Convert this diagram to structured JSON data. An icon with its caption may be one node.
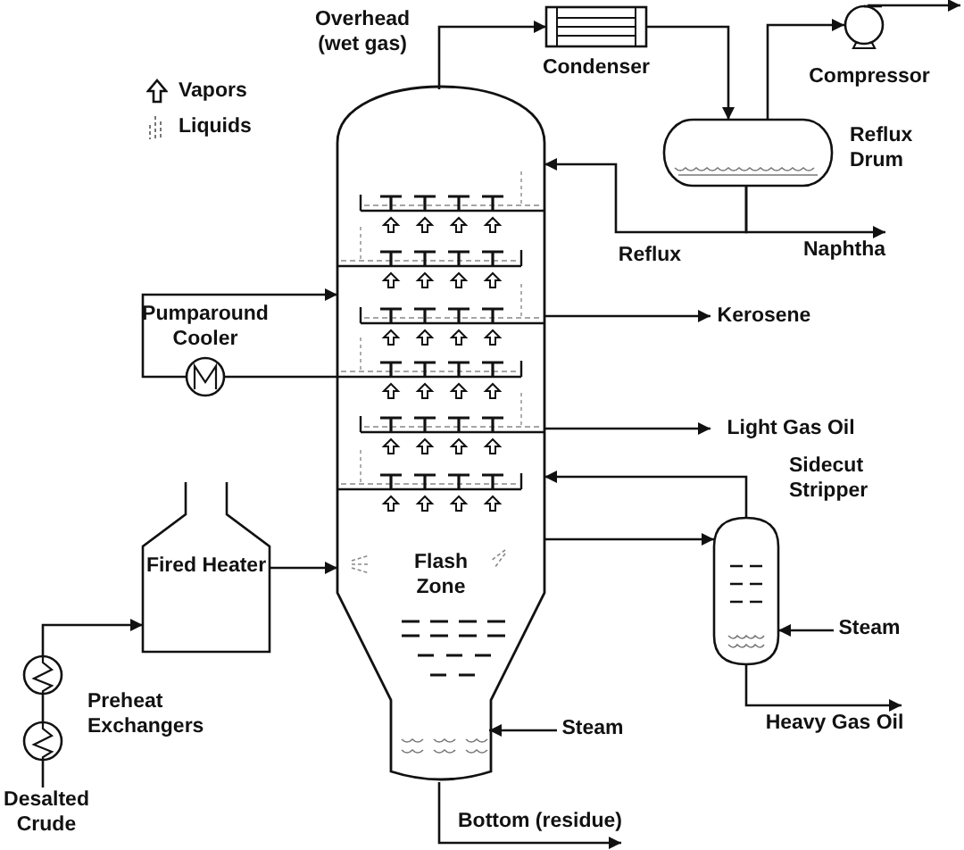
{
  "diagram": {
    "nodes": [
      {
        "text": [
          "Flash Zone"
        ]
      },
      {
        "text": [
          "Condenser"
        ]
      },
      {
        "text": [
          "Reflux Drum"
        ]
      },
      {
        "text": [
          "Compressor"
        ]
      },
      {
        "text": [
          "Pumparound Cooler"
        ]
      },
      {
        "text": [
          "Fired Heater"
        ]
      },
      {
        "text": [
          "Preheat Exchangers"
        ]
      },
      {
        "text": [],
        "shape": "circle"
      },
      {
        "text": [
          "Desalted Crude"
        ]
      },
      {
        "text": [
          "Sidecut Stripper"
        ]
      },
      {
        "text": [
          "Naphtha"
        ]
      },
      {
        "text": [
          "Kerosene"
        ]
      },
      {
        "text": [
          "Light Gas Oil"
        ]
      },
      {
        "text": [
          "Steam"
        ]
      },
      {
        "text": [
          "Heavy Gas Oil"
        ]
      },
      {
        "text": [
          "Steam"
        ]
      },
      {
        "text": [
          "Bottom (residue)"
        ]
      }
    ],
    "edges": [
      {
        "from": 0,
        "to": 1,
        "arrow": "to",
        "label": "Overhead (wet gas)"
      },
      {
        "from": 1,
        "to": 2,
        "arrow": "to"
      },
      {
        "from": 2,
        "to": 3,
        "arrow": "to"
      },
      {
        "from": 3,
        "to": null,
        "arrow": "to"
      },
      {
        "from": 2,
        "to": 0,
        "arrow": "to",
        "label": "Reflux"
      },
      {
        "from": 2,
        "to": 10,
        "arrow": "to"
      },
      {
        "from": 0,
        "to": 4,
        "arrow": "none"
      },
      {
        "from": 4,
        "to": 0,
        "arrow": "to"
      },
      {
        "from": 0,
        "to": 11,
        "arrow": "to"
      },
      {
        "from": 0,
        "to": 12,
        "arrow": "to"
      },
      {
        "from": 9,
        "to": 0,
        "arrow": "to"
      },
      {
        "from": 0,
        "to": 9,
        "arrow": "to"
      },
      {
        "from": 13,
        "to": 9,
        "arrow": "to"
      },
      {
        "from": 9,
        "to": 14,
        "arrow": "to"
      },
      {
        "from": 15,
        "to": 0,
        "arrow": "to"
      },
      {
        "from": 0,
        "to": 16,
        "arrow": "to"
      },
      {
        "from": 5,
        "to": 0,
        "arrow": "to"
      },
      {
        "from": 6,
        "to": 5,
        "arrow": "to"
      },
      {
        "from": 7,
        "to": 6,
        "arrow": "none"
      },
      {
        "from": 8,
        "to": 7,
        "arrow": "none"
      }
    ],
    "legend": [
      {
        "text": "Vapors"
      },
      {
        "text": "Liquids"
      }
    ]
  }
}
